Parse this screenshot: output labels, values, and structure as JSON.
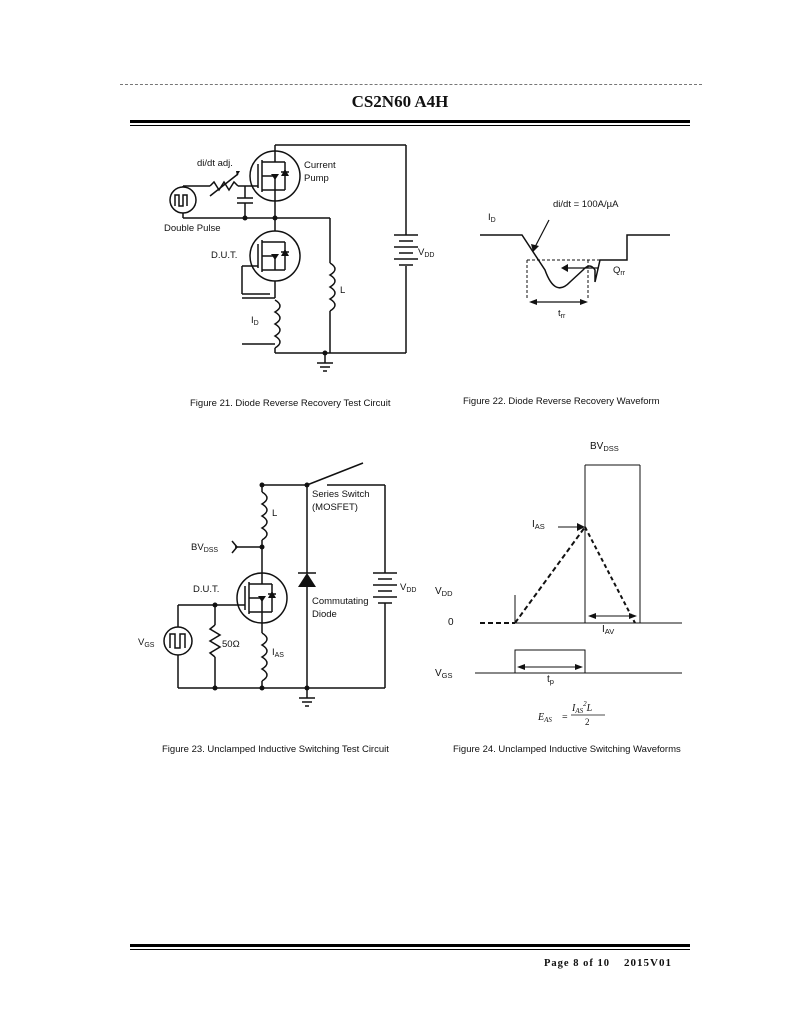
{
  "header": {
    "title": "CS2N60 A4H"
  },
  "fig21": {
    "caption": "Figure 21. Diode Reverse Recovery Test Circuit",
    "didt_adj": "di/dt adj.",
    "current": "Current",
    "pump": "Pump",
    "double_pulse": "Double Pulse",
    "dut": "D.U.T.",
    "vdd": "V",
    "vdd_sub": "DD",
    "l": "L",
    "id": "I",
    "id_sub": "D"
  },
  "fig22": {
    "caption": "Figure 22. Diode Reverse Recovery Waveform",
    "didt": "di/dt = 100A/µA",
    "id": "I",
    "id_sub": "D",
    "qrr": "Q",
    "qrr_sub": "rr",
    "trr": "t",
    "trr_sub": "rr"
  },
  "fig23": {
    "caption": "Figure 23. Unclamped Inductive Switching Test Circuit",
    "series_switch": "Series Switch",
    "mosfet": "(MOSFET)",
    "l": "L",
    "bvdss": "BV",
    "bvdss_sub": "DSS",
    "dut": "D.U.T.",
    "vdd": "V",
    "vdd_sub": "DD",
    "commutating": "Commutating",
    "diode": "Diode",
    "vgs": "V",
    "vgs_sub": "GS",
    "r50": "50Ω",
    "ias": "I",
    "ias_sub": "AS"
  },
  "fig24": {
    "caption": "Figure 24. Unclamped Inductive Switching Waveforms",
    "bvdss": "BV",
    "bvdss_sub": "DSS",
    "ias": "I",
    "ias_sub": "AS",
    "vdd": "V",
    "vdd_sub": "DD",
    "zero": "0",
    "iav": "I",
    "iav_sub": "AV",
    "vgs": "V",
    "vgs_sub": "GS",
    "tp": "t",
    "tp_sub": "p",
    "eas_lhs": "E",
    "eas_lhs_sub": "AS",
    "eas_eq": "=",
    "eas_num": "I",
    "eas_num_sub": "AS",
    "eas_num_sup": "2",
    "eas_num_l": "L",
    "eas_den": "2"
  },
  "footer": {
    "page": "Page 8 of 10",
    "version": "2015V01"
  }
}
